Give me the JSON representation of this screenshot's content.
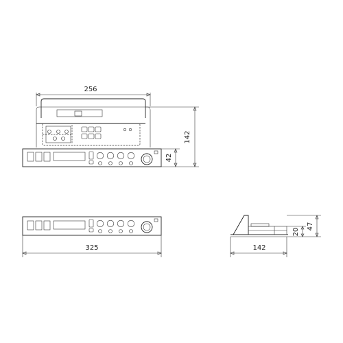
{
  "dimensions": {
    "top_width": "256",
    "top_height": "142",
    "top_panel_height": "42",
    "front_width": "325",
    "side_depth": "142",
    "side_height": "47",
    "side_panel_height": "20"
  }
}
